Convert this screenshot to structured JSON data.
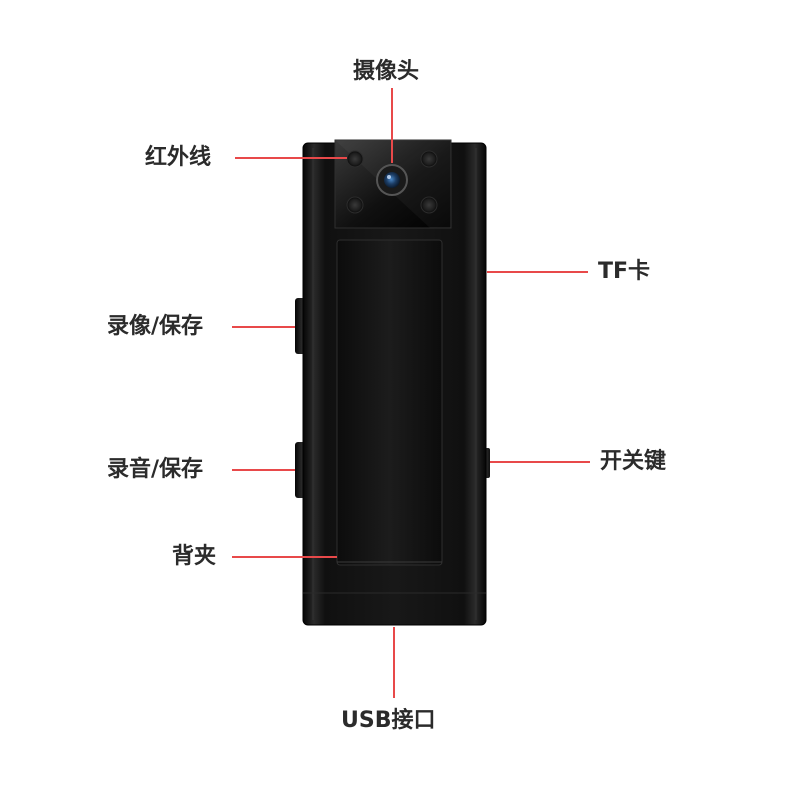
{
  "callouts": {
    "camera": "摄像头",
    "infrared": "红外线",
    "tf_card": "TF卡",
    "record_video": "录像/保存",
    "record_audio": "录音/保存",
    "power_key": "开关键",
    "back_clip": "背夹",
    "usb_port": "USB接口"
  },
  "colors": {
    "callout_line": "#e8494a",
    "label_text": "#2b2b2b",
    "device_body": "#141414"
  }
}
